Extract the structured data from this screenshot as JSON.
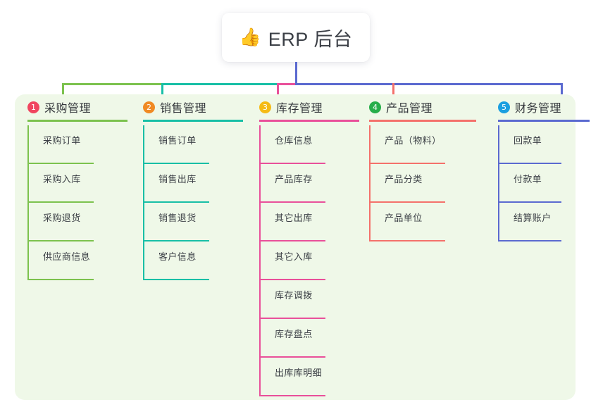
{
  "root": {
    "icon": "thumbs-up-icon",
    "icon_glyph": "👍",
    "title": "ERP 后台"
  },
  "colors": {
    "panel_background": "#eff8e8",
    "page_background": "#ffffff",
    "root_stub": "#5b6ad0",
    "col1": "#7cc24e",
    "col2": "#18bfa6",
    "col3": "#e9509a",
    "col4": "#f4716b",
    "col5": "#5b6ad0",
    "badge1": "#f0455f",
    "badge2": "#f08a24",
    "badge3": "#f5bb16",
    "badge4": "#27ae4a",
    "badge5": "#1b9fe0",
    "title_text": "#3b3f46",
    "item_text": "#3c4046"
  },
  "columns": [
    {
      "number": "1",
      "title": "采购管理",
      "badge_color": "#f0455f",
      "line_color": "#7cc24e",
      "items": [
        {
          "label": "采购订单"
        },
        {
          "label": "采购入库"
        },
        {
          "label": "采购退货"
        },
        {
          "label": "供应商信息"
        }
      ]
    },
    {
      "number": "2",
      "title": "销售管理",
      "badge_color": "#f08a24",
      "line_color": "#18bfa6",
      "items": [
        {
          "label": "销售订单"
        },
        {
          "label": "销售出库"
        },
        {
          "label": "销售退货"
        },
        {
          "label": "客户信息"
        }
      ]
    },
    {
      "number": "3",
      "title": "库存管理",
      "badge_color": "#f5bb16",
      "line_color": "#e9509a",
      "items": [
        {
          "label": "仓库信息"
        },
        {
          "label": "产品库存"
        },
        {
          "label": "其它出库"
        },
        {
          "label": "其它入库"
        },
        {
          "label": "库存调拨"
        },
        {
          "label": "库存盘点"
        },
        {
          "label": "出库库明细"
        }
      ]
    },
    {
      "number": "4",
      "title": "产品管理",
      "badge_color": "#27ae4a",
      "line_color": "#f4716b",
      "items": [
        {
          "label": "产品（物料）"
        },
        {
          "label": "产品分类"
        },
        {
          "label": "产品单位"
        }
      ]
    },
    {
      "number": "5",
      "title": "财务管理",
      "badge_color": "#1b9fe0",
      "line_color": "#5b6ad0",
      "items": [
        {
          "label": "回款单"
        },
        {
          "label": "付款单"
        },
        {
          "label": "结算账户"
        }
      ]
    }
  ]
}
